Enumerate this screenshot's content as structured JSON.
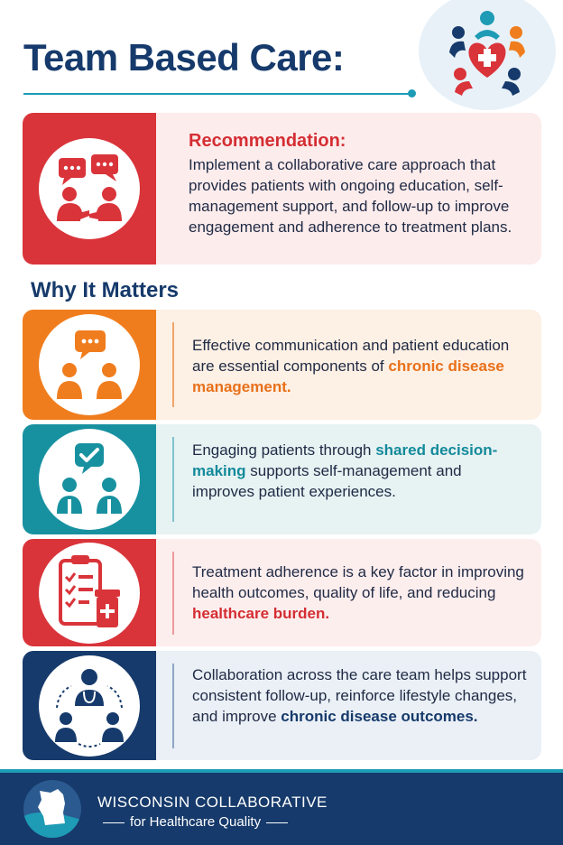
{
  "header": {
    "title": "Team Based Care:"
  },
  "recommendation": {
    "heading": "Recommendation:",
    "body": "Implement a collaborative care approach that provides patients with ongoing education, self-management support, and follow-up to improve engagement and adherence to treatment plans."
  },
  "why": {
    "title": "Why It Matters",
    "cards": [
      {
        "icon": "people-chat-icon",
        "color": "#f07d1d",
        "text_before": "Effective communication and patient education are essential components of ",
        "highlight": "chronic disease management.",
        "text_after": ""
      },
      {
        "icon": "shared-decision-icon",
        "color": "#1791a0",
        "text_before": "Engaging patients through ",
        "highlight": "shared decision-making",
        "text_after": " supports self-management and improves patient experiences."
      },
      {
        "icon": "checklist-medication-icon",
        "color": "#d9343a",
        "text_before": "Treatment adherence is a key factor in improving health outcomes, quality of life, and reducing ",
        "highlight": "healthcare burden.",
        "text_after": ""
      },
      {
        "icon": "care-team-icon",
        "color": "#163a6b",
        "text_before": "Collaboration across the care team helps support consistent follow-up, reinforce lifestyle changes, and improve ",
        "highlight": "chronic disease outcomes.",
        "text_after": ""
      }
    ]
  },
  "footer": {
    "org_name": "WISCONSIN COLLABORATIVE",
    "org_sub": "for Healthcare Quality"
  },
  "colors": {
    "navy": "#163a6b",
    "teal": "#1e9bb5",
    "red": "#d9343a",
    "orange": "#f07d1d"
  }
}
